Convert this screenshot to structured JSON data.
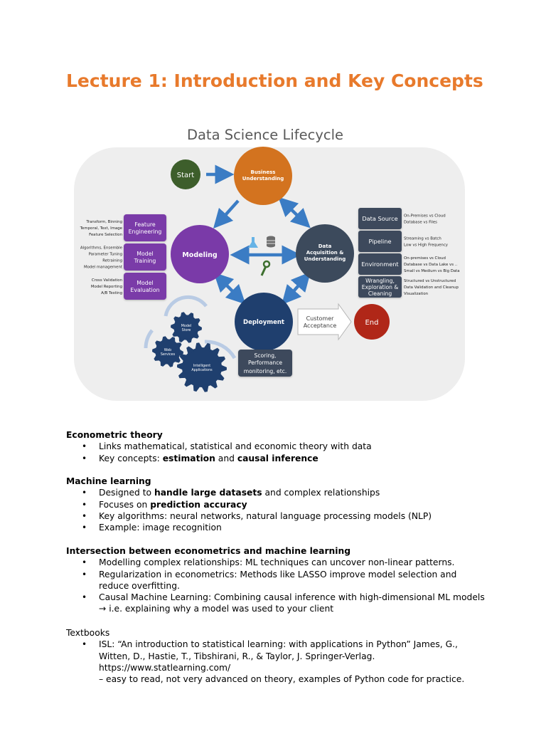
{
  "title": "Lecture 1: Introduction and Key Concepts",
  "colors": {
    "title": "#e87a2c",
    "orange": "#d3731f",
    "purple": "#7a3aa8",
    "slate": "#3c4a5c",
    "navy": "#1f3f6e",
    "green": "#3d5e2b",
    "red": "#b02718",
    "arrow": "#3b7cc4"
  },
  "diagram": {
    "title": "Data Science Lifecycle",
    "start": "Start",
    "end": "End",
    "business_understanding": [
      "Business",
      "Understanding"
    ],
    "modeling": "Modeling",
    "data_acquisition": [
      "Data",
      "Acquisition &",
      "Understanding"
    ],
    "deployment": "Deployment",
    "customer_acceptance": [
      "Customer",
      "Acceptance"
    ],
    "scoring": [
      "Scoring,",
      "Performance",
      "monitoring, etc."
    ],
    "left_boxes": [
      {
        "label": [
          "Feature",
          "Engineering"
        ],
        "notes": [
          "Transform, Binning",
          "Temporal, Text, Image",
          "Feature Selection"
        ]
      },
      {
        "label": [
          "Model",
          "Training"
        ],
        "notes": [
          "Algorithms, Ensemble",
          "Parameter Tuning",
          "Retraining",
          "Model management"
        ]
      },
      {
        "label": [
          "Model",
          "Evaluation"
        ],
        "notes": [
          "Cross Validation",
          "Model Reporting",
          "A/B Testing"
        ]
      }
    ],
    "right_boxes": [
      {
        "label": [
          "Data Source"
        ],
        "notes": [
          "On-Premises vs Cloud",
          "Database vs Files"
        ]
      },
      {
        "label": [
          "Pipeline"
        ],
        "notes": [
          "Streaming vs Batch",
          "Low vs High Frequency"
        ]
      },
      {
        "label": [
          "Environment"
        ],
        "notes": [
          "On-premises vs Cloud",
          "Database vs Data Lake vs ..",
          "Small vs Medium vs Big Data"
        ]
      },
      {
        "label": [
          "Wrangling,",
          "Exploration &",
          "Cleaning"
        ],
        "notes": [
          "Structured vs Unstructured",
          "Data Validation and Cleanup",
          "Visualization"
        ]
      }
    ],
    "gears": {
      "model_store": [
        "Model",
        "Store"
      ],
      "web_services": [
        "Web",
        "Services"
      ],
      "intelligent_applications": [
        "Intelligent",
        "Applications"
      ]
    }
  },
  "sections": [
    {
      "heading": "Econometric theory",
      "heading_bold": true,
      "items": [
        [
          {
            "t": "Links mathematical, statistical and economic theory with data"
          }
        ],
        [
          {
            "t": "Key concepts: "
          },
          {
            "t": "estimation",
            "b": true
          },
          {
            "t": " and "
          },
          {
            "t": "causal inference",
            "b": true
          }
        ]
      ]
    },
    {
      "heading": "Machine learning",
      "heading_bold": true,
      "items": [
        [
          {
            "t": "Designed to "
          },
          {
            "t": "handle large datasets",
            "b": true
          },
          {
            "t": " and complex relationships"
          }
        ],
        [
          {
            "t": "Focuses on "
          },
          {
            "t": "prediction accuracy",
            "b": true
          }
        ],
        [
          {
            "t": "Key algorithms: neural networks, natural language processing models (NLP)"
          }
        ],
        [
          {
            "t": "Example: image recognition"
          }
        ]
      ]
    },
    {
      "heading": "Intersection between econometrics and machine learning",
      "heading_bold": true,
      "items": [
        [
          {
            "t": "Modelling complex relationships: ML techniques can uncover non-linear patterns."
          }
        ],
        [
          {
            "t": "Regularization in econometrics: Methods like LASSO improve model selection and reduce overfitting."
          }
        ],
        [
          {
            "t": "Causal Machine Learning: Combining causal inference with high-dimensional ML models → i.e. explaining why a model was used to your client"
          }
        ]
      ]
    },
    {
      "heading": "Textbooks",
      "heading_bold": false,
      "items": [
        [
          {
            "t": "ISL: “An introduction to statistical learning: with applications in Python” James, G., Witten, D., Hastie, T., Tibshirani, R., & Taylor, J. Springer-Verlag. https://www.statlearning.com/"
          },
          {
            "br": true
          },
          {
            "t": "– easy to read, not very advanced on theory, examples of Python code for practice."
          }
        ]
      ]
    }
  ]
}
